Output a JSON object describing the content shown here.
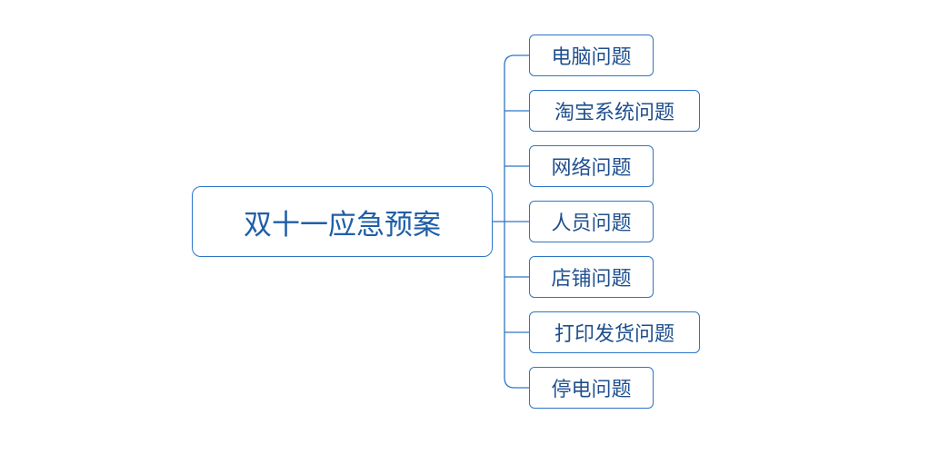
{
  "root": {
    "label": "双十一应急预案"
  },
  "branches": [
    {
      "label": "电脑问题"
    },
    {
      "label": "淘宝系统问题"
    },
    {
      "label": "网络问题"
    },
    {
      "label": "人员问题"
    },
    {
      "label": "店铺问题"
    },
    {
      "label": "打印发货问题"
    },
    {
      "label": "停电问题"
    }
  ],
  "colors": {
    "border": "#2e75c6",
    "text": "#1f4f8f",
    "connector": "#2e75c6"
  }
}
